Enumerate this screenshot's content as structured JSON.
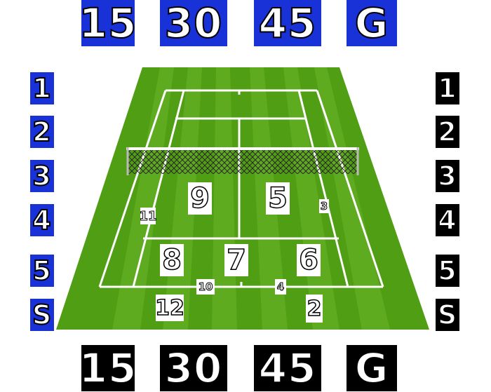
{
  "score_top": [
    {
      "label": "15"
    },
    {
      "label": "30"
    },
    {
      "label": "45"
    },
    {
      "label": "G"
    }
  ],
  "score_bottom": [
    {
      "label": "15"
    },
    {
      "label": "30"
    },
    {
      "label": "45"
    },
    {
      "label": "G"
    }
  ],
  "left_column": [
    "1",
    "2",
    "3",
    "4",
    "5",
    "S"
  ],
  "right_column": [
    "1",
    "2",
    "3",
    "4",
    "5",
    "S"
  ],
  "zones": {
    "z9": "9",
    "z5": "5",
    "z3": "3",
    "z11": "11",
    "z8": "8",
    "z7": "7",
    "z6": "6",
    "z10": "10",
    "z4": "4",
    "z12": "12",
    "z2": "2"
  },
  "colors": {
    "blue_team": "#1832d8",
    "black_team": "#000000",
    "grass": "#4f9e13",
    "grass_light": "#63b21f",
    "lines": "#ffffff"
  }
}
